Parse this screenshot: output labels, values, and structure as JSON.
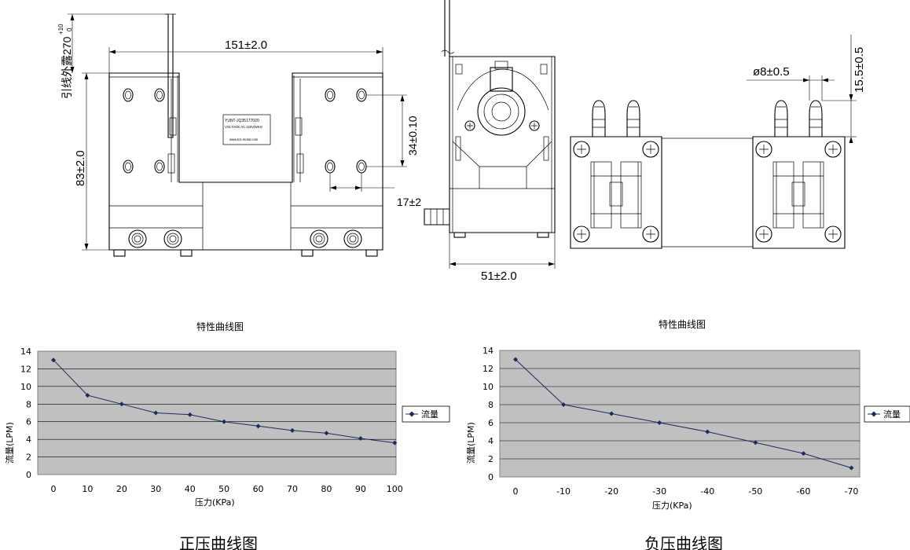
{
  "drawing": {
    "dim_width": "151±2.0",
    "dim_lead": "引线外露270",
    "dim_lead_tol_top": "+10",
    "dim_lead_tol_bottom": "0",
    "dim_height": "83±2.0",
    "dim_hole_v": "34±0.10",
    "dim_hole_h": "17±2",
    "dim_depth": "51±2.0",
    "dim_tube_dia": "ø8±0.5",
    "dim_tube_len": "15.5±0.5",
    "label_line1": "YUNT-JQ35177020",
    "label_line2": "VOLTAGE:AC 220V/50Hz",
    "label_line3": "www.tcs-motor.com"
  },
  "chart_data": [
    {
      "type": "line",
      "title": "特性曲线图",
      "xlabel": "压力(KPa)",
      "ylabel": "流量(LPM)",
      "caption": "正压曲线图",
      "legend": "流量",
      "legend_position": "right",
      "grid": true,
      "x_ticks": [
        "0",
        "10",
        "20",
        "30",
        "40",
        "50",
        "60",
        "70",
        "80",
        "90",
        "100"
      ],
      "y_ticks": [
        "0",
        "2",
        "4",
        "6",
        "8",
        "10",
        "12",
        "14"
      ],
      "ylim": [
        0,
        14
      ],
      "series": [
        {
          "name": "流量",
          "x": [
            0,
            10,
            20,
            30,
            40,
            50,
            60,
            70,
            80,
            90,
            100
          ],
          "y": [
            13,
            9,
            8,
            7,
            6.8,
            6,
            5.5,
            5,
            4.7,
            4.1,
            3.6
          ]
        }
      ]
    },
    {
      "type": "line",
      "title": "特性曲线图",
      "xlabel": "压力(KPa)",
      "ylabel": "流量(LPM)",
      "caption": "负压曲线图",
      "legend": "流量",
      "legend_position": "right",
      "grid": true,
      "x_ticks": [
        "0",
        "-10",
        "-20",
        "-30",
        "-40",
        "-50",
        "-60",
        "-70"
      ],
      "y_ticks": [
        "0",
        "2",
        "4",
        "6",
        "8",
        "10",
        "12",
        "14"
      ],
      "ylim": [
        0,
        14
      ],
      "series": [
        {
          "name": "流量",
          "x": [
            0,
            -10,
            -20,
            -30,
            -40,
            -50,
            -60,
            -70
          ],
          "y": [
            13,
            8,
            7,
            6,
            5,
            3.8,
            2.6,
            1
          ]
        }
      ]
    }
  ]
}
